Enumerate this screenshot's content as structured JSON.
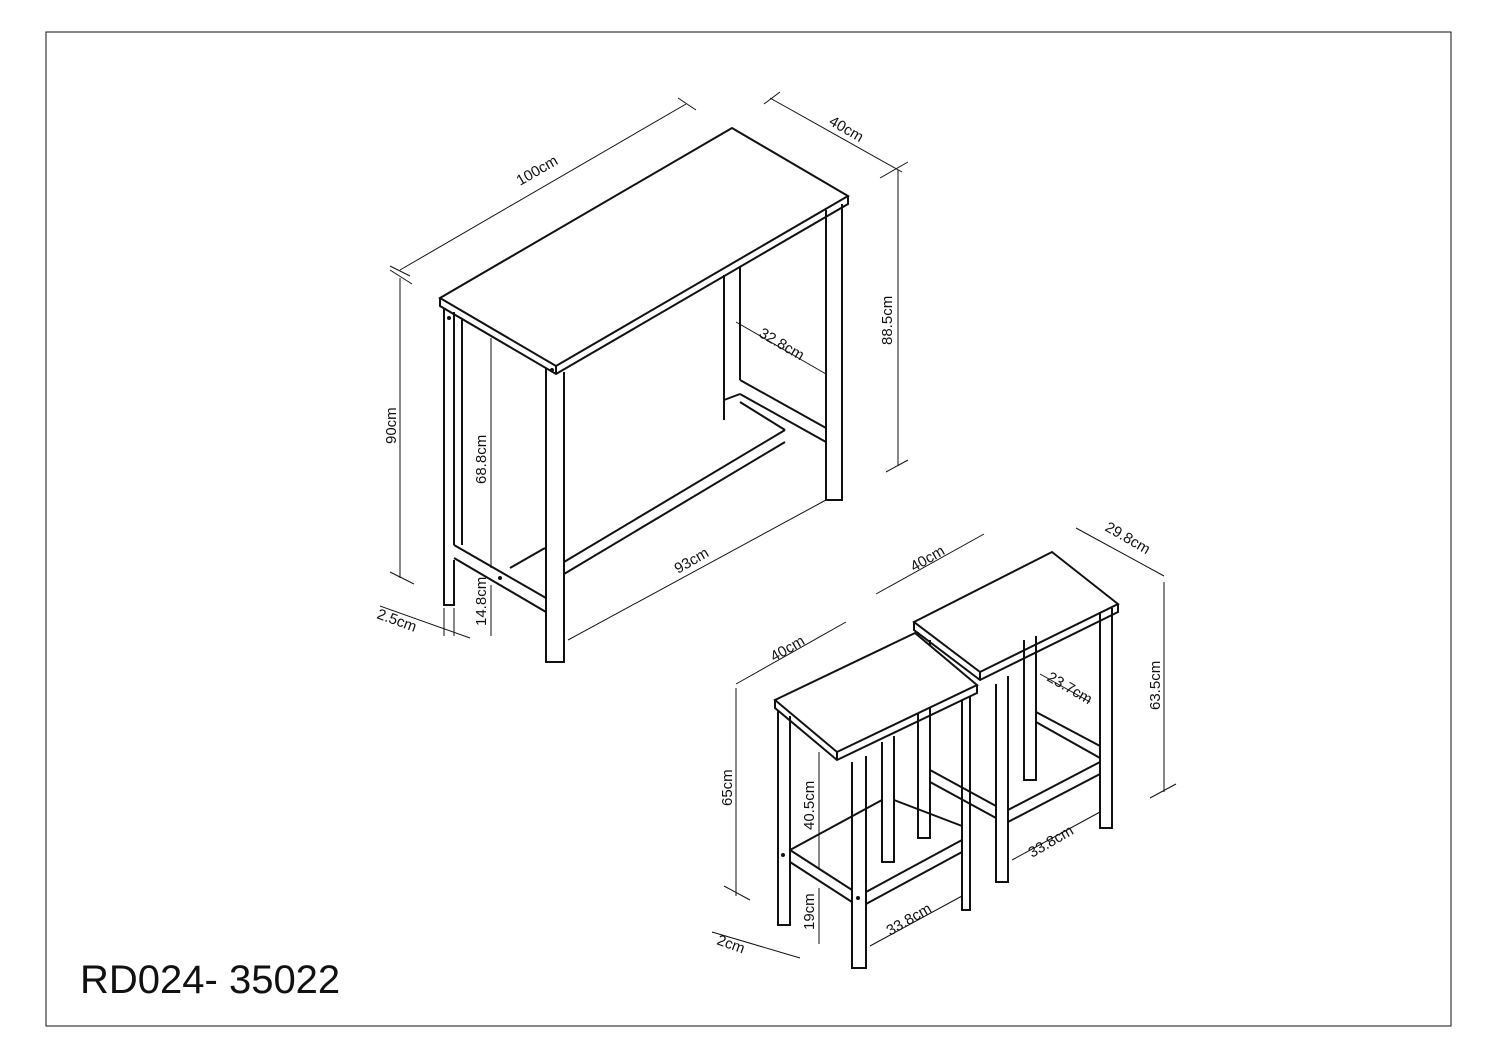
{
  "drawing_code": "RD024- 35022",
  "table": {
    "length": "100cm",
    "depth": "40cm",
    "leg_height": "88.5cm",
    "total_height": "90cm",
    "side_stretcher": "32.8cm",
    "stretcher_height": "68.8cm",
    "long_stretcher": "93cm",
    "leg_width": "2.5cm",
    "foot_clearance": "14.8cm"
  },
  "stool_front": {
    "width": "40cm",
    "height": "65cm",
    "stretcher_height": "40.5cm",
    "stretcher_length": "33.8cm",
    "foot_clearance": "19cm",
    "leg_width": "2cm"
  },
  "stool_back": {
    "width": "40cm",
    "depth": "29.8cm",
    "leg_height": "63.5cm",
    "side_stretcher": "23.7cm",
    "stretcher_length": "33.8cm"
  }
}
